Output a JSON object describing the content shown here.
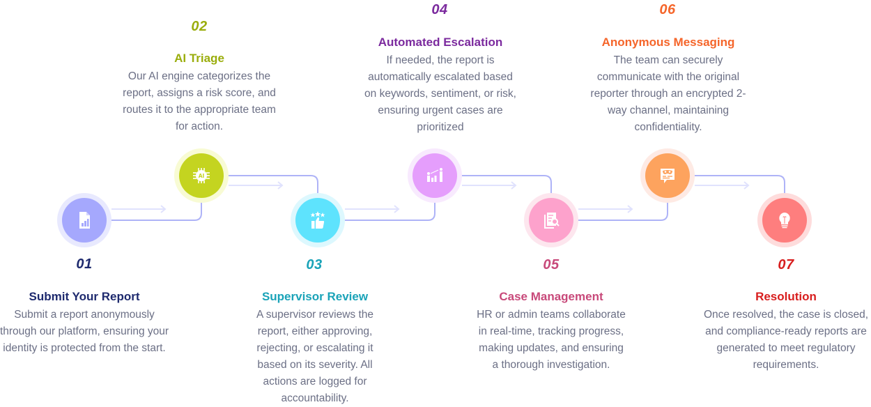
{
  "steps": [
    {
      "number": "01",
      "title": "Submit Your Report",
      "description": "Submit a report anonymously through our platform, ensuring your identity is protected from the start.",
      "icon": "report-chart-icon",
      "color": "#1e2a6e",
      "circle_color": "#a5a8fd",
      "halo_color": "#e8e9fe"
    },
    {
      "number": "02",
      "title": "AI Triage",
      "description": "Our AI engine categorizes the report, assigns a risk score, and routes it to the appropriate team for action.",
      "icon": "ai-chip-icon",
      "color": "#9aad0c",
      "circle_color": "#c4d420",
      "halo_color": "#f8fbd4"
    },
    {
      "number": "03",
      "title": "Supervisor Review",
      "description": "A supervisor reviews the report, either approving, rejecting, or escalating it based on its severity. All actions are logged for accountability.",
      "icon": "thumbs-up-stars-icon",
      "color": "#1aa3b8",
      "circle_color": "#5ee3fd",
      "halo_color": "#ddf8fe"
    },
    {
      "number": "04",
      "title": "Automated Escalation",
      "description": "If needed, the report is automatically escalated based on keywords, sentiment, or risk, ensuring urgent cases are prioritized",
      "icon": "growth-chart-people-icon",
      "color": "#7b2a9e",
      "circle_color": "#e59efc",
      "halo_color": "#f8eafe"
    },
    {
      "number": "05",
      "title": "Case Management",
      "description": "HR or admin teams collaborate in real-time, tracking progress, making updates, and ensuring a thorough investigation.",
      "icon": "document-search-icon",
      "color": "#c8497a",
      "circle_color": "#fda2cc",
      "halo_color": "#fde6ee"
    },
    {
      "number": "06",
      "title": "Anonymous Messaging",
      "description": "The team can securely communicate with the original reporter through an encrypted 2-way channel, maintaining confidentiality.",
      "icon": "masked-chat-icon",
      "color": "#f5652a",
      "circle_color": "#fda35e",
      "halo_color": "#feeae4"
    },
    {
      "number": "07",
      "title": "Resolution",
      "description": "Once resolved, the case is closed, and compliance-ready reports are generated to meet regulatory requirements.",
      "icon": "lightbulb-icon",
      "color": "#d81e1e",
      "circle_color": "#fe7e7e",
      "halo_color": "#fedcdc"
    }
  ],
  "connector_colors": {
    "line": "#aeb3f7",
    "arrow": "#e0e2fd"
  }
}
